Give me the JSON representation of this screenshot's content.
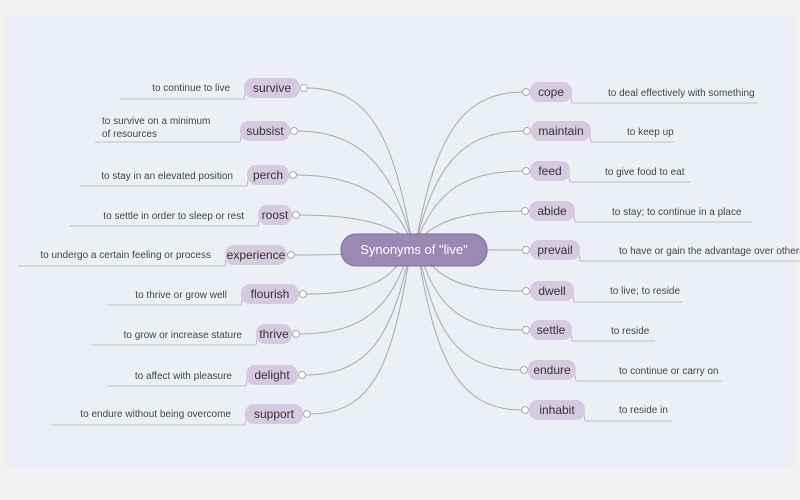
{
  "central": {
    "label": "Synonyms of \"live\""
  },
  "colors": {
    "background": "#ecf0f6",
    "node_fill": "#d6cae0",
    "central_fill": "#9b89b4",
    "central_text": "#ffffff",
    "connector": "#a8a8a8",
    "underline": "#b0b0b0"
  },
  "left_branches": [
    {
      "word": "survive",
      "definition": [
        "to continue to live"
      ]
    },
    {
      "word": "subsist",
      "definition": [
        "to survive on a minimum",
        "of resources"
      ]
    },
    {
      "word": "perch",
      "definition": [
        "to stay in an elevated position"
      ]
    },
    {
      "word": "roost",
      "definition": [
        "to settle in order to sleep or rest"
      ]
    },
    {
      "word": "experience",
      "definition": [
        "to undergo a certain feeling or process"
      ]
    },
    {
      "word": "flourish",
      "definition": [
        "to thrive or grow well"
      ]
    },
    {
      "word": "thrive",
      "definition": [
        "to grow or increase stature"
      ]
    },
    {
      "word": "delight",
      "definition": [
        "to affect with pleasure"
      ]
    },
    {
      "word": "support",
      "definition": [
        "to endure without being overcome"
      ]
    }
  ],
  "right_branches": [
    {
      "word": "cope",
      "definition": [
        "to deal effectively with something"
      ]
    },
    {
      "word": "maintain",
      "definition": [
        "to keep up"
      ]
    },
    {
      "word": "feed",
      "definition": [
        "to give food to eat"
      ]
    },
    {
      "word": "abide",
      "definition": [
        "to stay; to continue in a place"
      ]
    },
    {
      "word": "prevail",
      "definition": [
        "to have or gain the advantage over others"
      ]
    },
    {
      "word": "dwell",
      "definition": [
        "to live; to reside"
      ]
    },
    {
      "word": "settle",
      "definition": [
        "to reside"
      ]
    },
    {
      "word": "endure",
      "definition": [
        "to continue or carry on"
      ]
    },
    {
      "word": "inhabit",
      "definition": [
        "to reside in"
      ]
    }
  ]
}
